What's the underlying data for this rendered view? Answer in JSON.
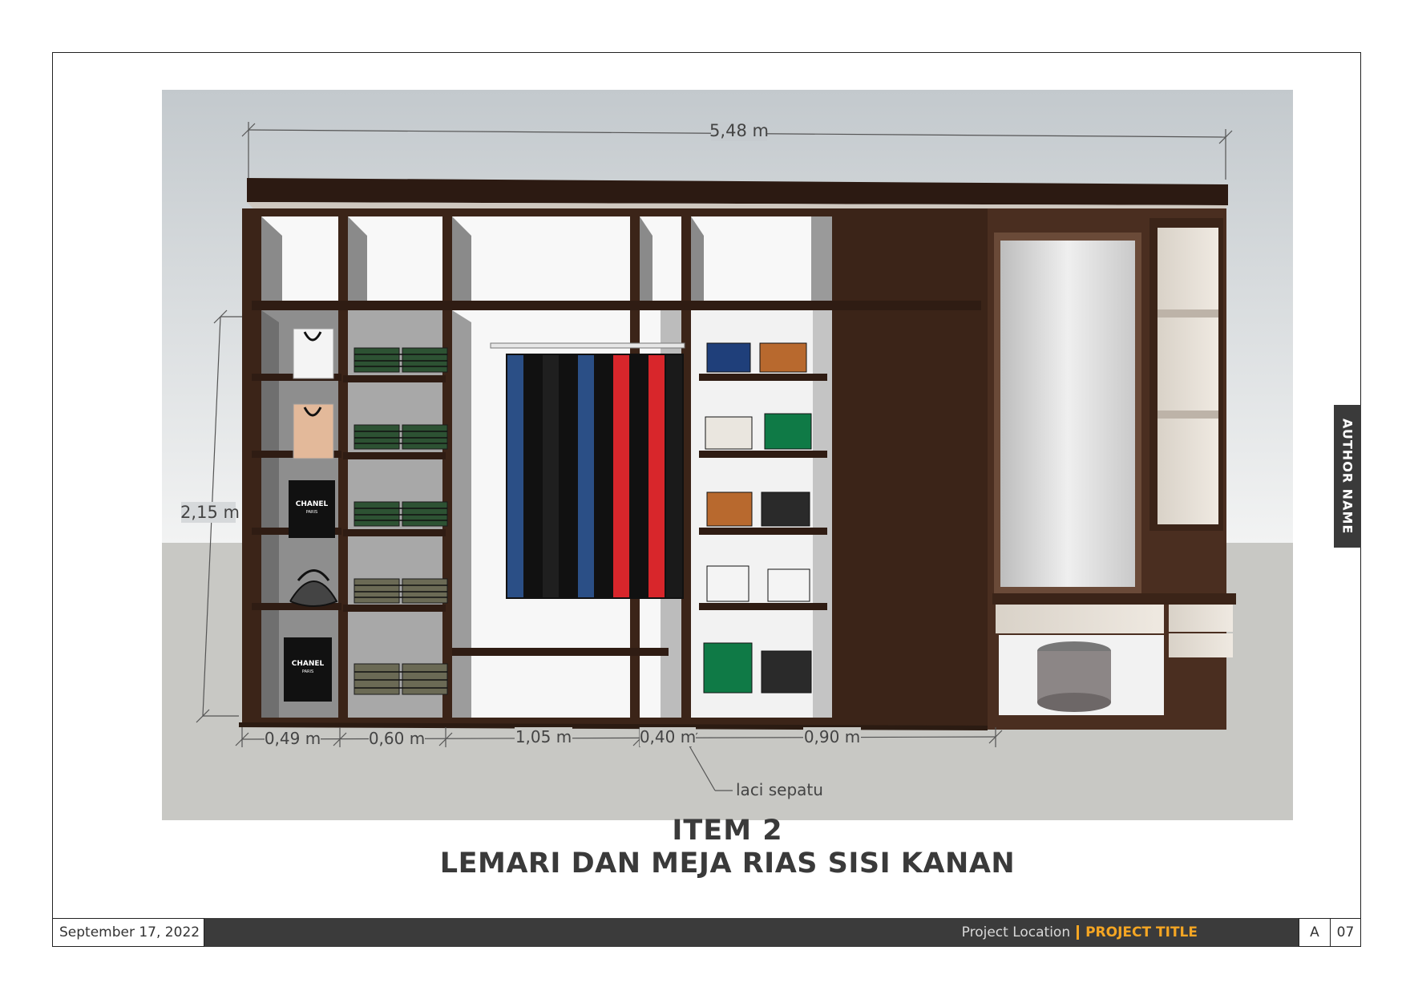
{
  "drawing": {
    "dimensions": {
      "overall_width": "5,48 m",
      "height": "2,15 m",
      "segments": [
        "0,49 m",
        "0,60 m",
        "1,05 m",
        "0,40 m",
        "0,90 m"
      ]
    },
    "annotation": "laci sepatu",
    "bag_labels": {
      "chanel_1": "CHANEL",
      "chanel_2": "CHANEL",
      "paris": "PARIS"
    }
  },
  "caption": {
    "line1": "ITEM 2",
    "line2": "LEMARI DAN MEJA RIAS SISI KANAN"
  },
  "side_tab": {
    "author": "AUTHOR NAME"
  },
  "footer": {
    "date": "September 17, 2022",
    "location": "Project Location",
    "project_title": "PROJECT TITLE",
    "revision": "A",
    "sheet_number": "07"
  },
  "colors": {
    "accent": "#f5a623",
    "footer_bar": "#3b3b3b",
    "wood_dark": "#3b2418",
    "wall": "#c9cdd0",
    "floor": "#c8c8c4"
  }
}
